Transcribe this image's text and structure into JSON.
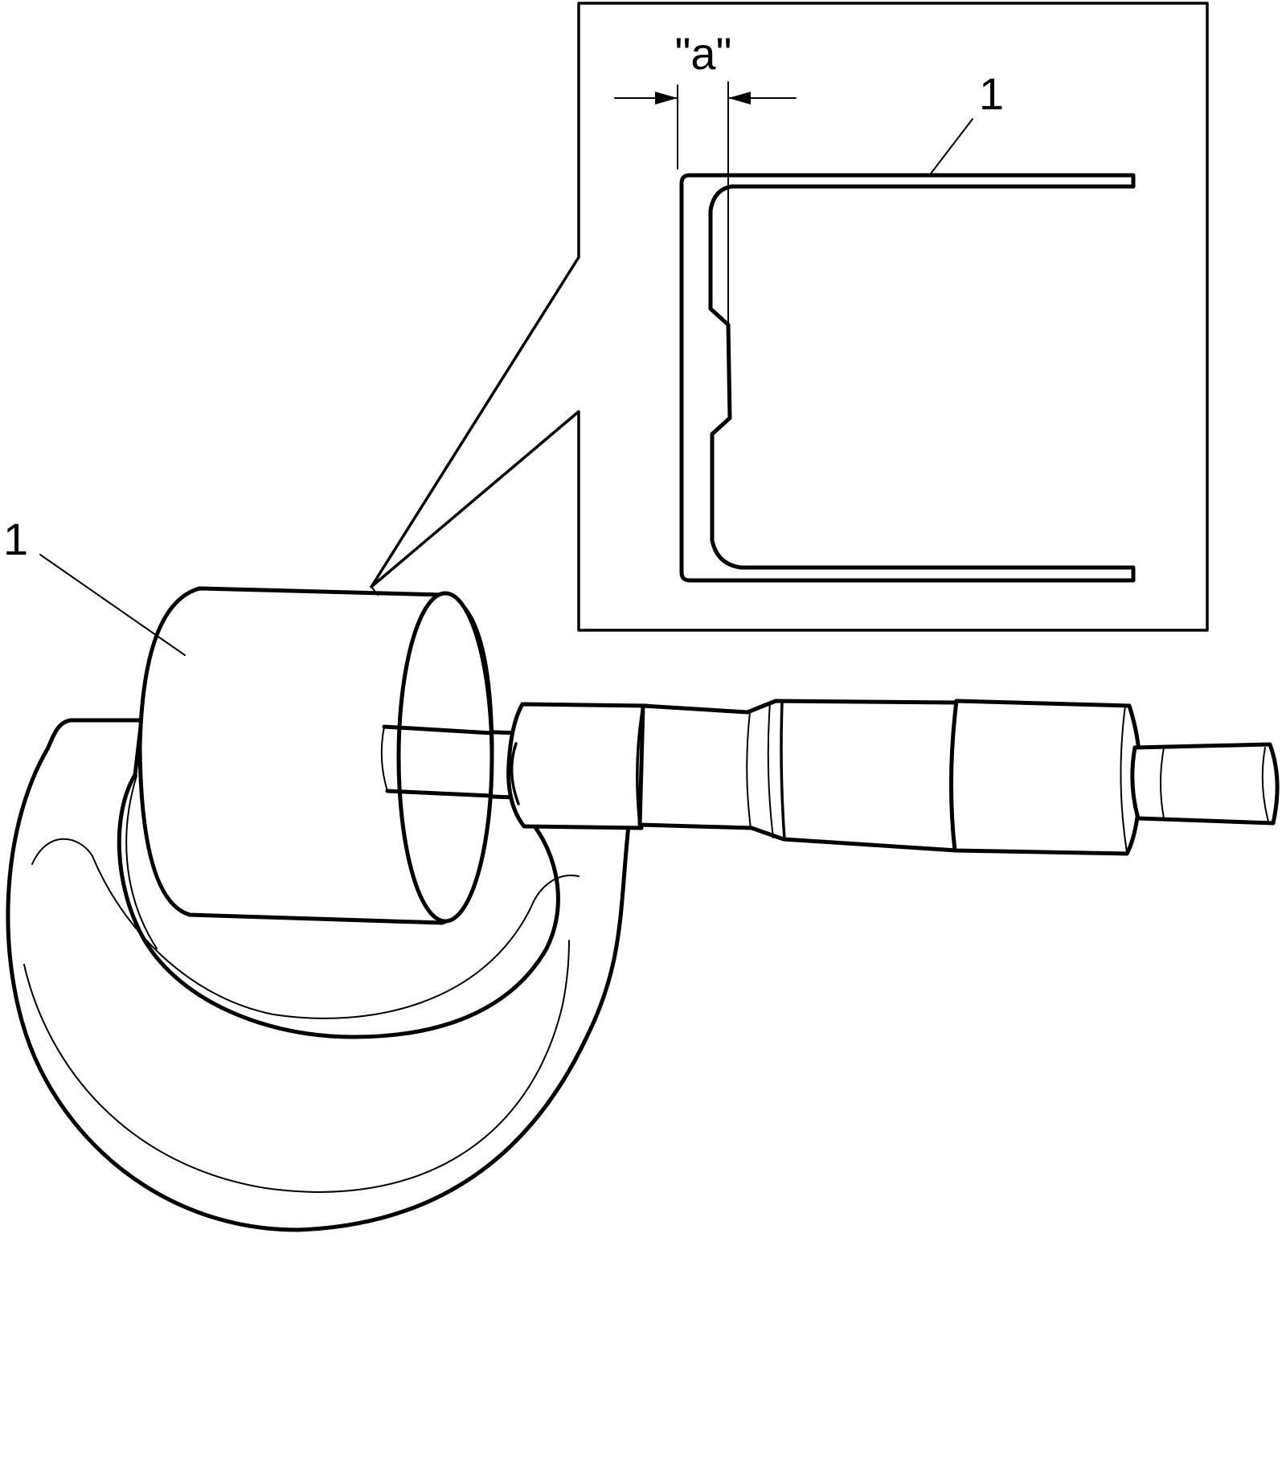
{
  "labels": {
    "part_number_main": "1",
    "part_number_detail": "1",
    "dimension_label": "\"a\""
  },
  "colors": {
    "line": "#000000",
    "background": "#ffffff"
  },
  "icons": {
    "tool": "micrometer",
    "part": "bearing-shell"
  }
}
